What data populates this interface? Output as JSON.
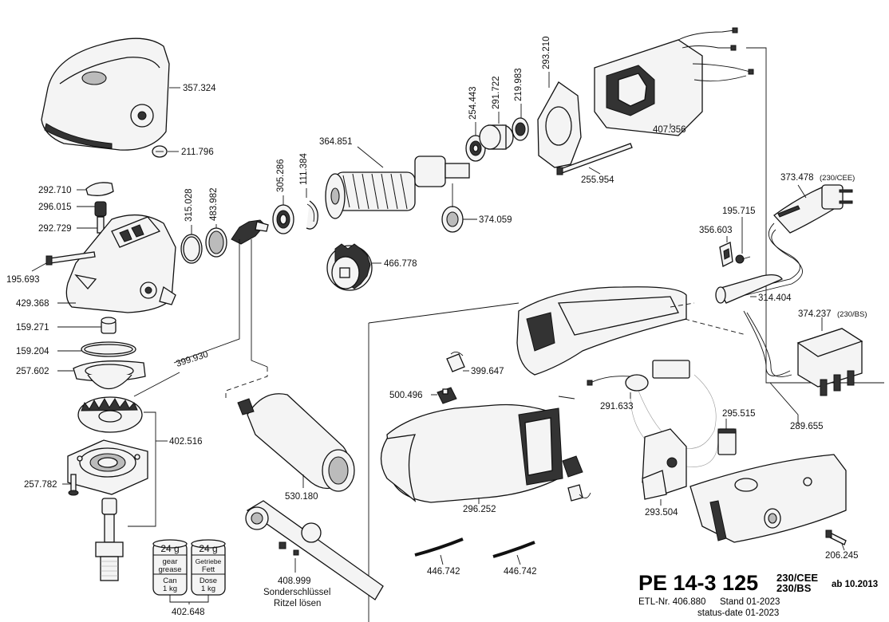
{
  "parts": {
    "p357324": "357.324",
    "p211796": "211.796",
    "p292710": "292.710",
    "p296015": "296.015",
    "p292729": "292.729",
    "p195693": "195.693",
    "p429368": "429.368",
    "p159271": "159.271",
    "p159204": "159.204",
    "p257602": "257.602",
    "p315028": "315.028",
    "p483982": "483.982",
    "p305286": "305.286",
    "p111384": "111.384",
    "p399930": "399.930",
    "p402516": "402.516",
    "p257782": "257.782",
    "p364851": "364.851",
    "p374059": "374.059",
    "p466778": "466.778",
    "p254443": "254.443",
    "p291722": "291.722",
    "p219983": "219.983",
    "p293210": "293.210",
    "p407356": "407.356",
    "p255954": "255.954",
    "p373478": "373.478",
    "p373478_note": "(230/CEE)",
    "p195715": "195.715",
    "p356603": "356.603",
    "p314404": "314.404",
    "p374237": "374.237",
    "p374237_note": "(230/BS)",
    "p399647": "399.647",
    "p500496": "500.496",
    "p291633": "291.633",
    "p295515": "295.515",
    "p289655": "289.655",
    "p530180": "530.180",
    "p296252": "296.252",
    "p293504": "293.504",
    "p206245": "206.245",
    "p446742a": "446.742",
    "p446742b": "446.742",
    "p408999": "408.999",
    "p408999_line2": "Sonderschlüssel",
    "p408999_line3": "Ritzel lösen",
    "p402648": "402.648"
  },
  "grease": {
    "left": {
      "weight": "24 g",
      "line1": "gear",
      "line2": "grease",
      "can": "Can",
      "size": "1 kg"
    },
    "right": {
      "weight": "24 g",
      "line1": "Getriebe",
      "line2": "Fett",
      "can": "Dose",
      "size": "1 kg"
    }
  },
  "title": {
    "model": "PE 14-3 125",
    "variant1": "230/CEE",
    "variant2": "230/BS",
    "from": "ab 10.2013",
    "etl": "ETL-Nr. 406.880",
    "stand": "Stand 01-2023",
    "status": "status-date 01-2023"
  },
  "colors": {
    "line": "#111111",
    "background": "#ffffff",
    "part_fill": "#f4f4f4"
  }
}
